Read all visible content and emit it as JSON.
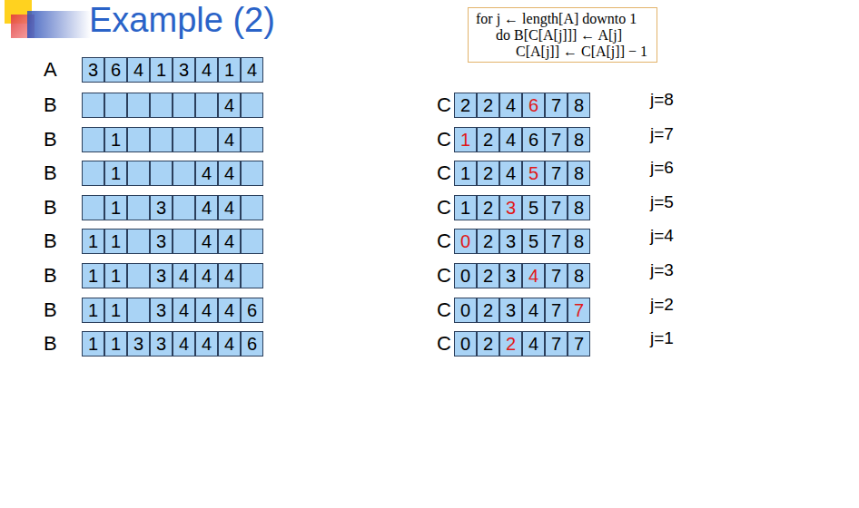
{
  "diagram": {
    "title": "Example (2)",
    "nodes": [
      {
        "text": [
          "for j ← length[A] downto 1",
          "do B[C[A[j]]] ← A[j]",
          "C[A[j]] ← C[A[j]] − 1"
        ]
      }
    ],
    "labels": [
      "A",
      "3",
      "6",
      "4",
      "1",
      "3",
      "4",
      "1",
      "4",
      "B",
      "4",
      "C",
      "2",
      "2",
      "4",
      "6",
      "7",
      "8",
      "j=8",
      "B",
      "1",
      "4",
      "C",
      "1",
      "2",
      "4",
      "6",
      "7",
      "8",
      "j=7",
      "B",
      "1",
      "4",
      "4",
      "C",
      "1",
      "2",
      "4",
      "5",
      "7",
      "8",
      "j=6",
      "B",
      "1",
      "3",
      "4",
      "4",
      "C",
      "1",
      "2",
      "3",
      "5",
      "7",
      "8",
      "j=5",
      "B",
      "1",
      "1",
      "3",
      "4",
      "4",
      "C",
      "0",
      "2",
      "3",
      "5",
      "7",
      "8",
      "j=4",
      "B",
      "1",
      "1",
      "3",
      "4",
      "4",
      "4",
      "C",
      "0",
      "2",
      "3",
      "4",
      "7",
      "8",
      "j=3",
      "B",
      "1",
      "1",
      "3",
      "4",
      "4",
      "4",
      "6",
      "C",
      "0",
      "2",
      "3",
      "4",
      "7",
      "7",
      "j=2",
      "B",
      "1",
      "1",
      "3",
      "3",
      "4",
      "4",
      "4",
      "6",
      "C",
      "0",
      "2",
      "2",
      "4",
      "7",
      "7",
      "j=1"
    ]
  }
}
